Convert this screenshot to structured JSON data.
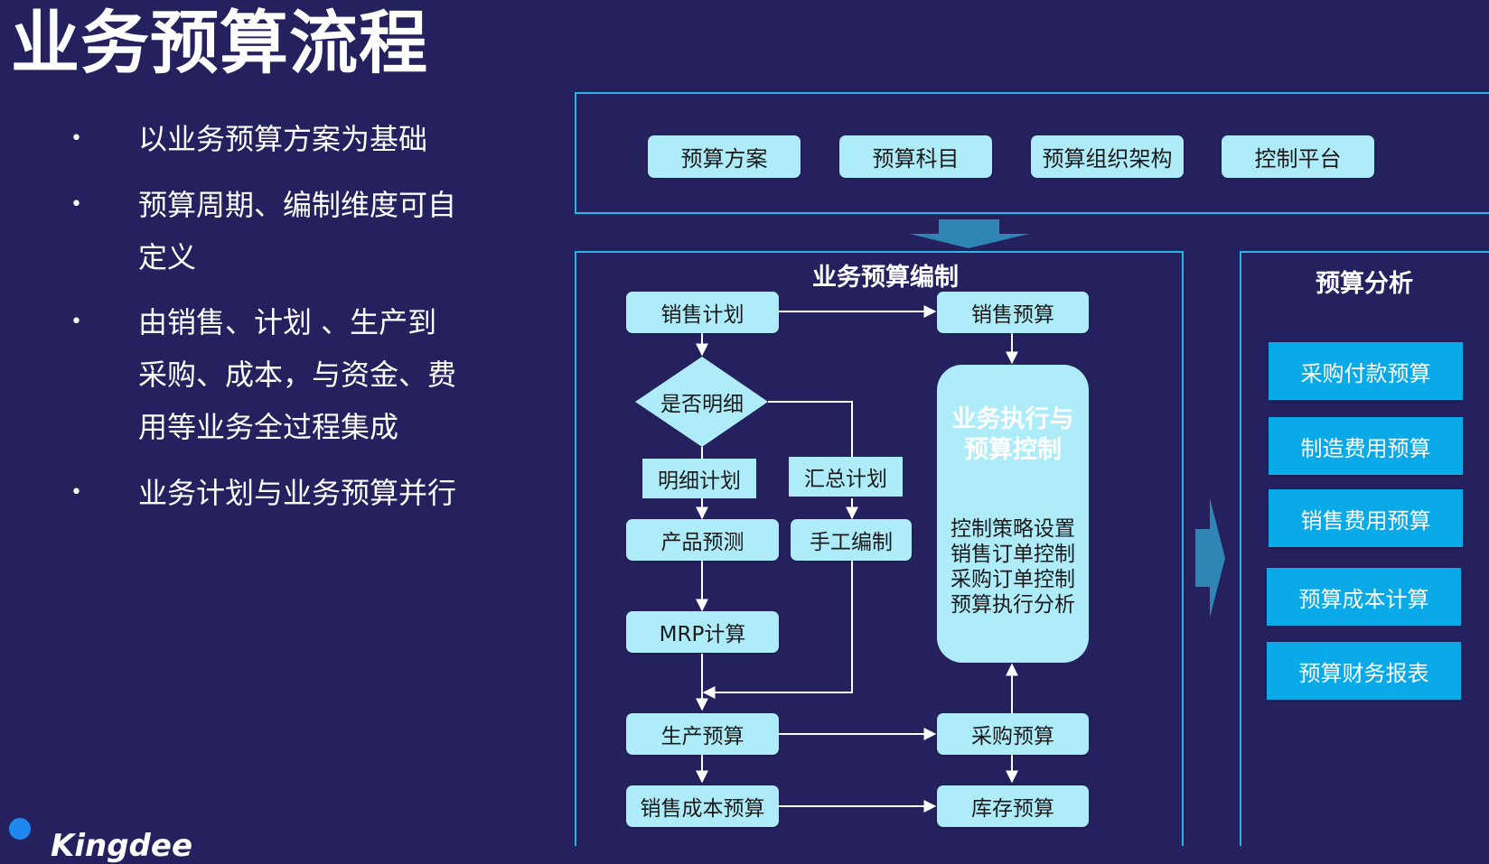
{
  "title": "业务预算流程",
  "bullets": [
    "以业务预算方案为基础",
    "预算周期、编制维度可自定义",
    "由销售、计划 、生产到采购、成本，与资金、费用等业务全过程集成",
    "业务计划与业务预算并行"
  ],
  "top_panel": {
    "items": [
      "预算方案",
      "预算科目",
      "预算组织架构",
      "控制平台"
    ]
  },
  "compile_panel": {
    "heading": "业务预算编制",
    "nodes": {
      "sales_plan": "销售计划",
      "sales_budget": "销售预算",
      "decision": "是否明细",
      "detail_plan": "明细计划",
      "summary_plan": "汇总计划",
      "product_forecast": "产品预测",
      "manual_compile": "手工编制",
      "mrp": "MRP计算",
      "production_budget": "生产预算",
      "purchase_budget": "采购预算",
      "cost_budget": "销售成本预算",
      "inventory_budget": "库存预算"
    },
    "execution": {
      "title": "业务执行与\n预算控制",
      "items": [
        "控制策略设置",
        "销售订单控制",
        "采购订单控制",
        "预算执行分析"
      ]
    }
  },
  "analysis_panel": {
    "heading": "预算分析",
    "items": [
      "采购付款预算",
      "制造费用预算",
      "销售费用预算",
      "预算成本计算",
      "预算财务报表"
    ]
  },
  "logo": "Kingdee",
  "colors": {
    "background": "#24215e",
    "panel_border": "#27b8e8",
    "node_fill": "#aeecfa",
    "analysis_fill": "#0aaae8",
    "arrow_fill": "#2f86b5"
  }
}
